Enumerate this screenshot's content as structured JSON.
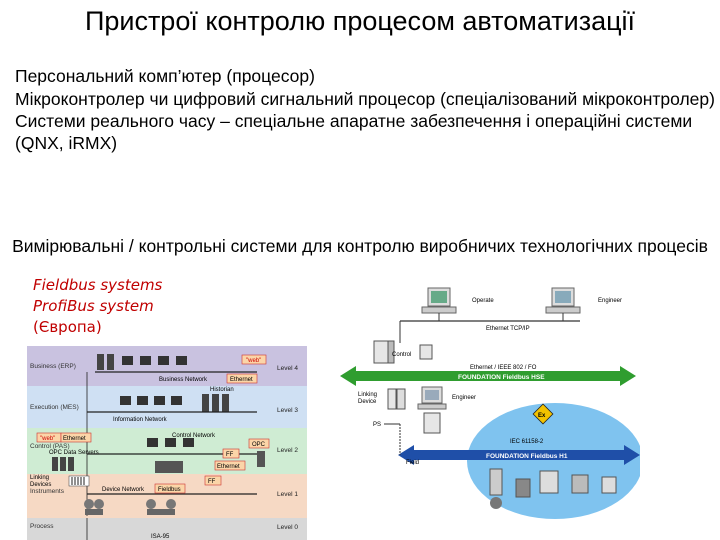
{
  "title": "Пристрої контролю процесом автоматизації",
  "bullets": [
    "Персональний комп’ютер (процесор)",
    "Мікроконтролер чи цифровий сигнальний процесор (спеціалізований мікроконтролер)",
    "Системи реального часу – спеціальне апаратне забезпечення і операційні системи (QNX, iRMX)"
  ],
  "subheading": "Вимірювальні / контрольні системи для контролю виробничих технологічних процесів",
  "red_notes": {
    "line1": "Fieldbus systems",
    "line2": "ProfiBus system",
    "line3": "(Європа)"
  },
  "left_diagram": {
    "layers": [
      {
        "name": "Business (ERP)",
        "level": "Level 4",
        "color": "#c9c2e0"
      },
      {
        "name": "Execution (MES)",
        "level": "Level 3",
        "color": "#cfe0f3"
      },
      {
        "name": "Control (PAS)",
        "level": "Level 2",
        "color": "#cfecd3"
      },
      {
        "name": "Instruments",
        "level": "Level 1",
        "color": "#f6d9c4"
      },
      {
        "name": "Process",
        "level": "Level 0",
        "color": "#d8d8d8"
      }
    ],
    "labels": {
      "business_network": "Business Network",
      "ethernet": "Ethernet",
      "web": "\"web\"",
      "historian": "Historian",
      "information_network": "Information Network",
      "opc_data_servers": "OPC Data Servers",
      "control_network": "Control Network",
      "opc": "OPC",
      "ff": "FF",
      "linking_devices": "Linking\nDevices",
      "device_network": "Device Network",
      "fieldbus": "Fieldbus",
      "isa": "ISA-95"
    }
  },
  "right_diagram": {
    "operate": "Operate",
    "engineer_top": "Engineer",
    "ethernet_tcpip": "Ethernet TCP/IP",
    "control": "Control",
    "ethernet_ieee": "Ethernet / IEEE 802 / FO",
    "ff_hse": "FOUNDATION Fieldbus HSE",
    "linking_device": "Linking\nDevice",
    "engineer_mid": "Engineer",
    "ps": "PS",
    "iec": "IEC 61158-2",
    "ff_h1": "FOUNDATION Fieldbus H1",
    "field": "Field",
    "ex": "Ex"
  },
  "colors": {
    "arrow_green": "#2f9d2f",
    "arrow_blue": "#1f4fa8",
    "ellipse_blue": "#7fc3ef",
    "red_text": "#c00000"
  }
}
